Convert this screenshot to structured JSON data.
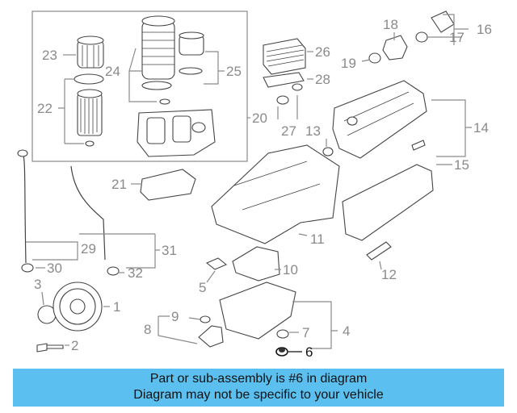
{
  "diagram": {
    "callouts": [
      "23",
      "24",
      "22",
      "25",
      "26",
      "20",
      "18",
      "19",
      "17",
      "16",
      "28",
      "27",
      "13",
      "14",
      "15",
      "21",
      "11",
      "29",
      "31",
      "30",
      "32",
      "10",
      "12",
      "3",
      "5",
      "1",
      "9",
      "8",
      "7",
      "4",
      "2",
      "6"
    ],
    "highlighted_part": "6"
  },
  "banner": {
    "line1": "Part or sub-assembly is #6 in diagram",
    "line2": "Diagram may not be specific to your vehicle"
  },
  "colors": {
    "banner_bg": "#5bc0f0",
    "callout_gray": "#8a8a8a",
    "highlight": "#111111"
  }
}
